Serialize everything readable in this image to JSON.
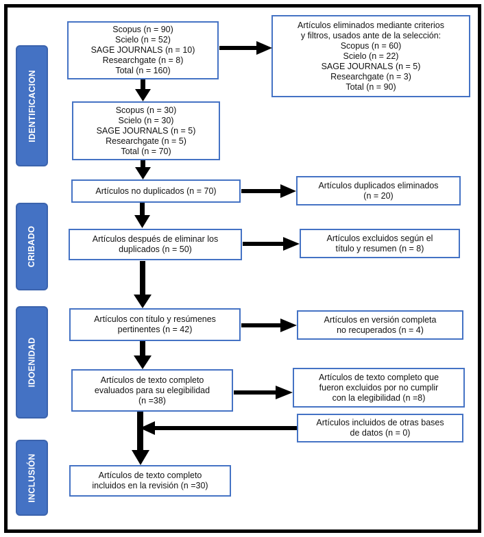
{
  "phases": [
    "IDENTIFICACION",
    "CRIBADO",
    "IDOENIDAD",
    "INCLUSIÓN"
  ],
  "boxes": {
    "initial": [
      "Scopus (n = 90)",
      "Scielo (n = 52)",
      "SAGE JOURNALS (n = 10)",
      "Researchgate (n = 8)",
      "Total (n = 160)"
    ],
    "removed_filters": [
      "Artículos eliminados mediante criterios",
      "y filtros, usados ante de la selección:",
      "Scopus (n = 60)",
      "Scielo (n = 22)",
      "SAGE JOURNALS (n = 5)",
      "Researchgate (n = 3)",
      "Total (n = 90)"
    ],
    "selected": [
      "Scopus (n = 30)",
      "Scielo (n = 30)",
      "SAGE JOURNALS (n = 5)",
      "Researchgate (n = 5)",
      "Total (n = 70)"
    ],
    "non_duplicates": [
      "Artículos no duplicados (n = 70)"
    ],
    "duplicates_removed": [
      "Artículos duplicados eliminados",
      "(n = 20)"
    ],
    "after_dedup": [
      "Artículos después de eliminar los",
      "duplicados (n = 50)"
    ],
    "excluded_title": [
      "Artículos excluidos según el",
      "título y resumen (n = 8)"
    ],
    "relevant": [
      "Artículos con título y resúmenes",
      "pertinentes (n = 42)"
    ],
    "not_retrieved": [
      "Artículos en versión completa",
      "no recuperados (n = 4)"
    ],
    "evaluated": [
      "Artículos de texto completo",
      "evaluados para su elegibilidad",
      "(n =38)"
    ],
    "excluded_eligibility": [
      "Artículos de texto completo que",
      "fueron excluidos por no cumplir",
      "con la elegibilidad (n =8)"
    ],
    "other_sources": [
      "Artículos incluidos de otras bases",
      "de datos (n = 0)"
    ],
    "included": [
      "Artículos de texto completo",
      "incluidos en la revisión (n =30)"
    ]
  }
}
